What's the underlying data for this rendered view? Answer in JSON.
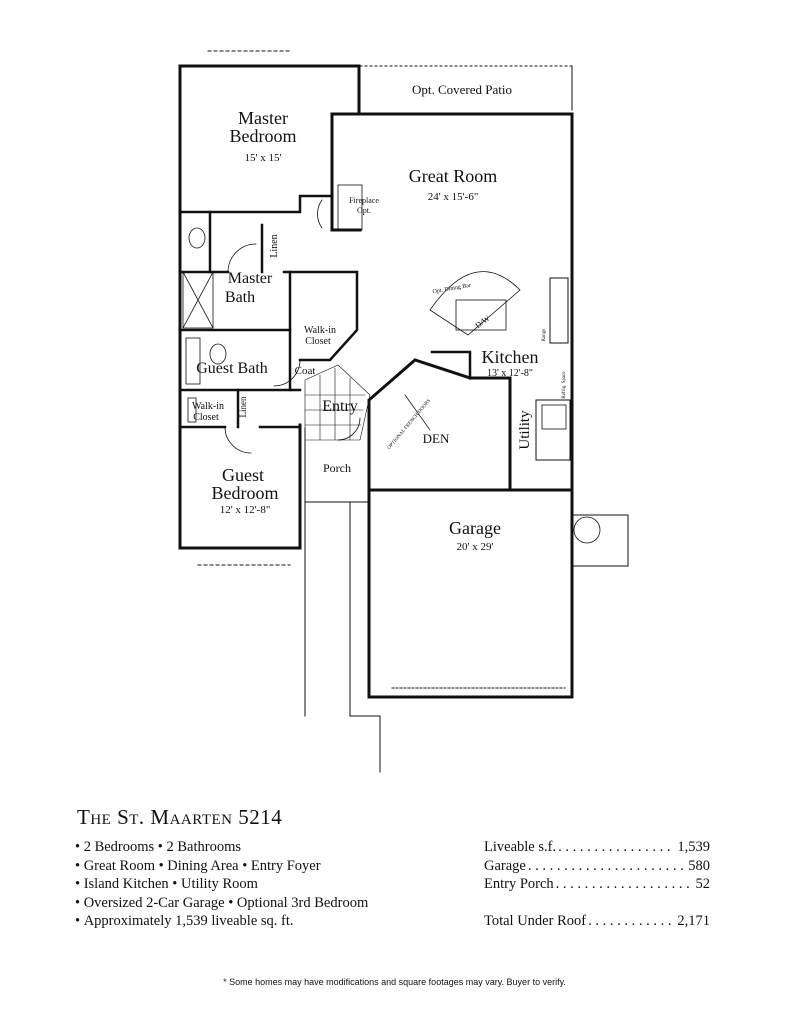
{
  "rooms": {
    "master_bedroom": {
      "name_line1": "Master",
      "name_line2": "Bedroom",
      "size": "15' x 15'"
    },
    "great_room": {
      "name": "Great Room",
      "size": "24' x 15'-6\""
    },
    "patio": {
      "name": "Opt. Covered Patio"
    },
    "fireplace": {
      "line1": "Fireplace",
      "line2": "Opt."
    },
    "linen_master": "Linen",
    "master_bath": {
      "line1": "Master",
      "line2": "Bath"
    },
    "walkin_closet_master": {
      "line1": "Walk-in",
      "line2": "Closet"
    },
    "guest_bath": "Guest Bath",
    "coat": "Coat",
    "entry": "Entry",
    "walkin_closet_guest": {
      "line1": "Walk-in",
      "line2": "Closet"
    },
    "linen_guest": "Linen",
    "guest_bedroom": {
      "name_line1": "Guest",
      "name_line2": "Bedroom",
      "size": "12' x 12'-8\""
    },
    "porch": "Porch",
    "den": "DEN",
    "kitchen": {
      "name": "Kitchen",
      "size": "13' x 12'-8\""
    },
    "utility": "Utility",
    "garage": {
      "name": "Garage",
      "size": "20' x 29'"
    },
    "dining_opt": "Opt. Dining Bar",
    "dw": "D/W",
    "range": "Range",
    "ref": "Refrig. Space",
    "optional_french_doors": "OPTIONAL FRENCH DOORS"
  },
  "title": "The St. Maarten 5214",
  "features": [
    "2 Bedrooms • 2 Bathrooms",
    "Great Room • Dining Area • Entry Foyer",
    "Island Kitchen • Utility Room",
    "Oversized 2-Car Garage • Optional 3rd Bedroom",
    "Approximately 1,539 liveable sq. ft."
  ],
  "stats": [
    {
      "label": "Liveable s.f.",
      "value": "1,539"
    },
    {
      "label": "Garage",
      "value": "580"
    },
    {
      "label": "Entry Porch",
      "value": "52"
    }
  ],
  "total": {
    "label": "Total Under Roof",
    "value": "2,171"
  },
  "disclaimer": "* Some homes may have modifications and square footages may vary. Buyer to verify."
}
